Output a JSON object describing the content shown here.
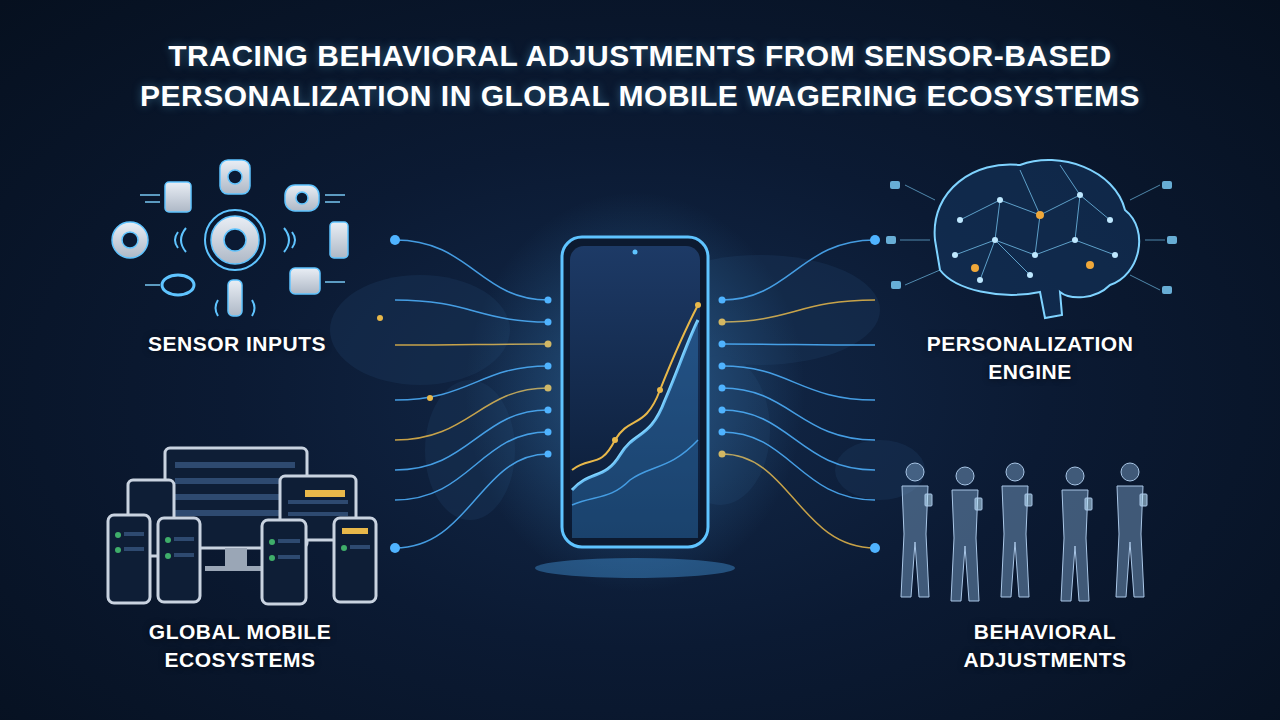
{
  "diagram": {
    "title": "TRACING BEHAVIORAL ADJUSTMENTS FROM SENSOR-BASED PERSONALIZATION IN GLOBAL MOBILE WAGERING ECOSYSTEMS",
    "labels": [
      "SENSOR INPUTS",
      "PERSONALIZATION ENGINE",
      "GLOBAL MOBILE ECOSYSTEMS",
      "BEHAVIORAL ADJUSTMENTS"
    ]
  }
}
